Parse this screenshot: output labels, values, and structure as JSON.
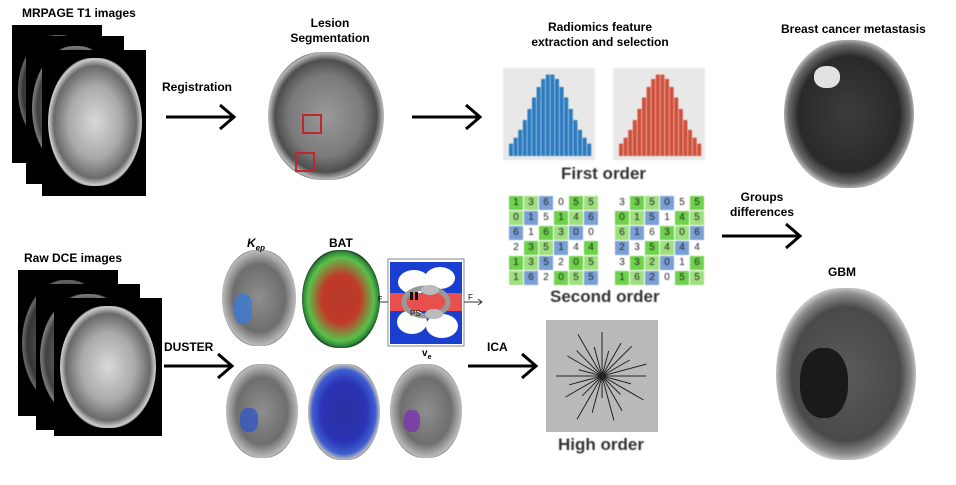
{
  "labels": {
    "mrpage": "MRPAGE T1 images",
    "registration": "Registration",
    "lesion_seg": "Lesion\nSegmentation",
    "radiomics": "Radiomics feature\nextraction and selection",
    "breast_meta": "Breast cancer metastasis",
    "groups_diff": "Groups\ndifferences",
    "gbm": "GBM",
    "raw_dce": "Raw DCE images",
    "duster": "DUSTER",
    "kep": "K",
    "kep_sub": "ep",
    "bat": "BAT",
    "ve": "v",
    "ve_sub": "e",
    "ica": "ICA",
    "first_order": "First order",
    "second_order": "Second order",
    "high_order": "High order",
    "diagram_fp_left": "F",
    "diagram_fp_right": "F",
    "diagram_ps": "PS"
  },
  "glcm_left": [
    [
      "1",
      "3",
      "6",
      "0",
      "5",
      "5"
    ],
    [
      "0",
      "1",
      "5",
      "1",
      "4",
      "6"
    ],
    [
      "6",
      "1",
      "6",
      "3",
      "0",
      "0"
    ],
    [
      "2",
      "3",
      "5",
      "1",
      "4",
      "4"
    ],
    [
      "1",
      "3",
      "5",
      "2",
      "0",
      "5"
    ],
    [
      "1",
      "6",
      "2",
      "0",
      "5",
      "5"
    ]
  ],
  "glcm_right": [
    [
      "3",
      "3",
      "5",
      "0",
      "5",
      "5"
    ],
    [
      "0",
      "1",
      "5",
      "1",
      "4",
      "5"
    ],
    [
      "6",
      "1",
      "6",
      "3",
      "0",
      "6"
    ],
    [
      "2",
      "3",
      "5",
      "4",
      "4",
      "4"
    ],
    [
      "3",
      "3",
      "2",
      "0",
      "1",
      "6"
    ],
    [
      "1",
      "6",
      "2",
      "0",
      "5",
      "5"
    ]
  ],
  "colors": {
    "hist_blue": "#2b7bc0",
    "hist_red": "#d0503a",
    "seg_box": "#c0272d",
    "grid_green": "#6fd24c",
    "grid_blue": "#7aa0d6"
  }
}
